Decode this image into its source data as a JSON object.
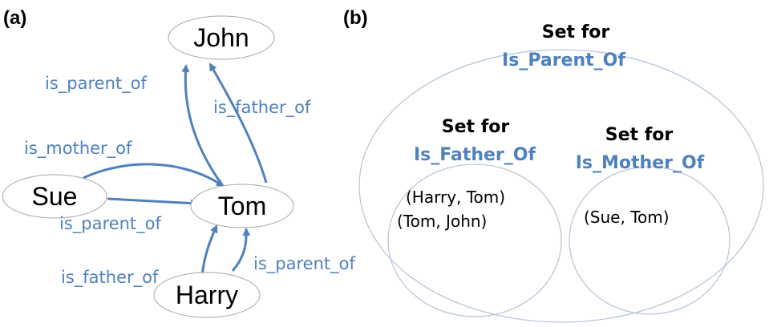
{
  "panel_a": {
    "label": "(a)",
    "nodes": {
      "john": "John",
      "sue": "Sue",
      "tom": "Tom",
      "harry": "Harry"
    },
    "edges": {
      "tom_john_parent": "is_parent_of",
      "tom_john_father": "is_father_of",
      "sue_tom_mother": "is_mother_of",
      "sue_tom_parent": "is_parent_of",
      "harry_tom_father": "is_father_of",
      "harry_tom_parent": "is_parent_of"
    }
  },
  "panel_b": {
    "label": "(b)",
    "parent_set": {
      "title": "Set for",
      "name": "Is_Parent_Of"
    },
    "father_set": {
      "title": "Set for",
      "name": "Is_Father_Of",
      "pairs": [
        "(Harry, Tom)",
        "(Tom, John)"
      ]
    },
    "mother_set": {
      "title": "Set for",
      "name": "Is_Mother_Of",
      "pairs": [
        "(Sue, Tom)"
      ]
    }
  },
  "colors": {
    "edge": "#4f81bd",
    "node_border": "#a6a6a6",
    "set_border": "#b9c7d8"
  }
}
